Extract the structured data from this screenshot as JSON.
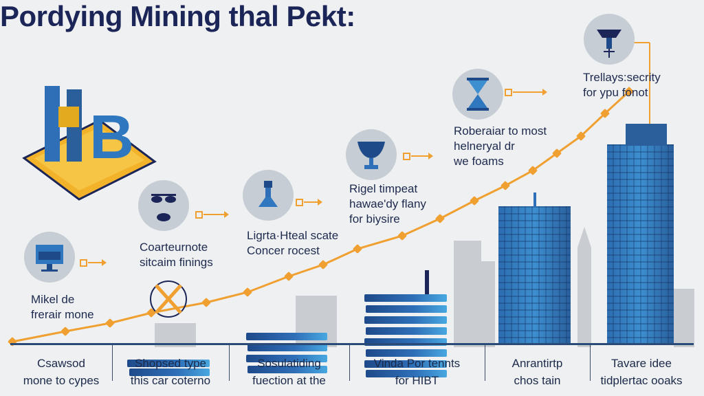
{
  "title": "Pordying Mining thal Pekt:",
  "steps": [
    {
      "icon": "monitor-icon",
      "lines": [
        "Mikel de",
        "frerair mone"
      ]
    },
    {
      "icon": "face-icon",
      "lines": [
        "Coarteurnote",
        "sitcaim finings"
      ]
    },
    {
      "icon": "pedestal-icon",
      "lines": [
        "Ligrta·Hteal scate",
        "Concer rocest"
      ]
    },
    {
      "icon": "goblet-icon",
      "lines": [
        "Rigel timpeat",
        "hawae'dy flany",
        "for biysire"
      ]
    },
    {
      "icon": "hourglass-icon",
      "lines": [
        "Roberaiar to most",
        "helneryal dr",
        "we foams"
      ]
    },
    {
      "icon": "tower-icon",
      "lines": [
        "Trellays:secrity",
        "for ypu fonot"
      ]
    }
  ],
  "bottom_labels": [
    [
      "Csawsod",
      "mone to cypes"
    ],
    [
      "Shopsed type",
      "this car coterno"
    ],
    [
      "Sosulatiding",
      "fuection at the"
    ],
    [
      "Vinda Por tennts",
      "for HIBT"
    ],
    [
      "Anrantirtp",
      "chos tain"
    ],
    [
      "Tavare idee",
      "tidplertac ooaks"
    ]
  ],
  "logo": {
    "text": "B",
    "label": "HB"
  },
  "colors": {
    "navy": "#1b2557",
    "orange": "#f0a030",
    "blue": "#2f6fb8",
    "gold": "#f2b32a",
    "circle": "#c6cdd4"
  }
}
